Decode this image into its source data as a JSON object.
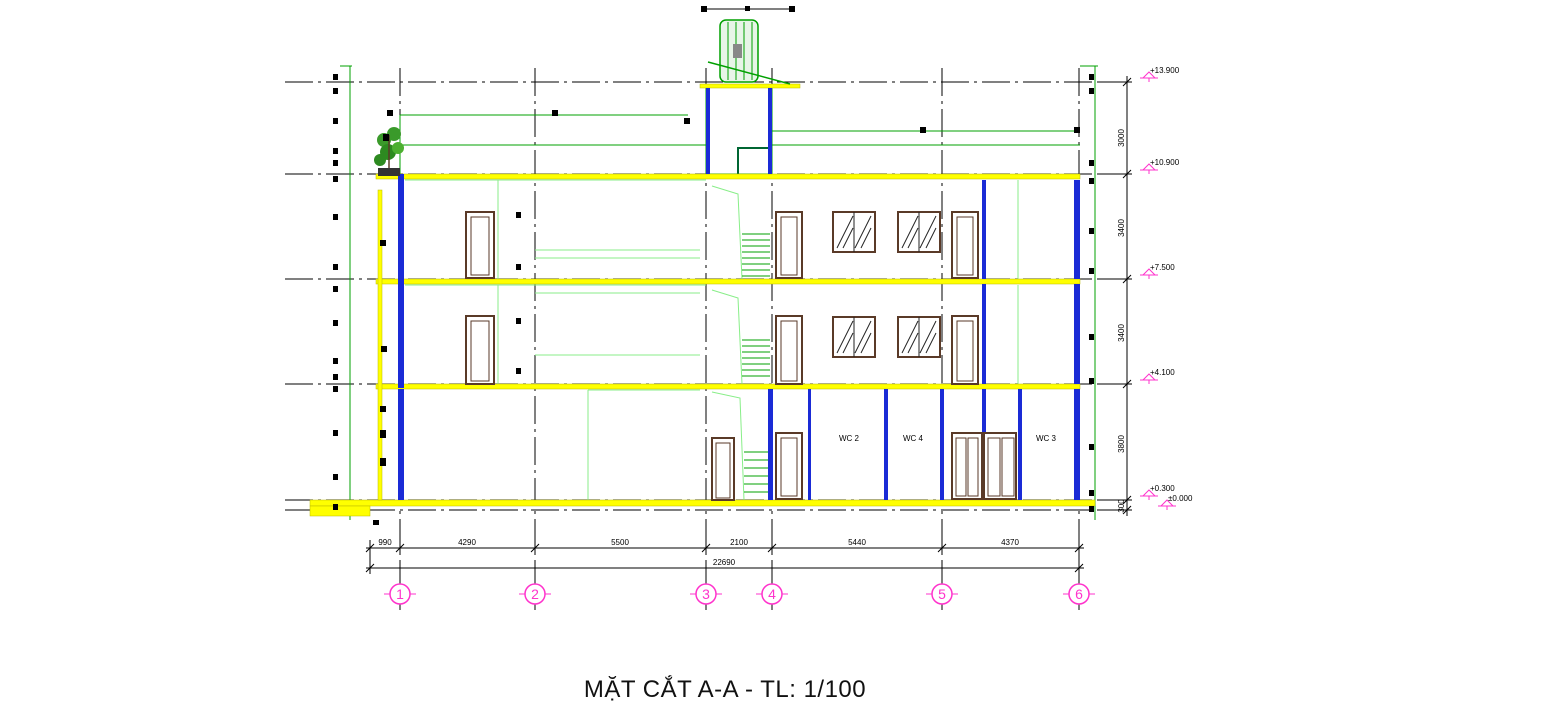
{
  "title": "MẶT CẮT A-A - TL: 1/100",
  "levels": [
    "+13.900",
    "+10.900",
    "+7.500",
    "+4.100",
    "+0.300",
    "±0.000"
  ],
  "vertical_dims": [
    "3000",
    "3400",
    "3400",
    "3800",
    "300"
  ],
  "horizontal_dims": [
    "990",
    "4290",
    "5500",
    "2100",
    "5440",
    "4370"
  ],
  "total_dim": "22690",
  "grid_axes": [
    "1",
    "2",
    "3",
    "4",
    "5",
    "6"
  ],
  "rooms": [
    "WC 2",
    "WC 4",
    "WC 3"
  ],
  "colors": {
    "slab": "#ffff00",
    "structure": "#00a000",
    "light_line": "#88ee88",
    "axis_bubble": "#ff33cc",
    "column": "#1a2bd6",
    "door": "#5a3a28",
    "level_marker": "#ff33cc",
    "ink": "#000000"
  }
}
